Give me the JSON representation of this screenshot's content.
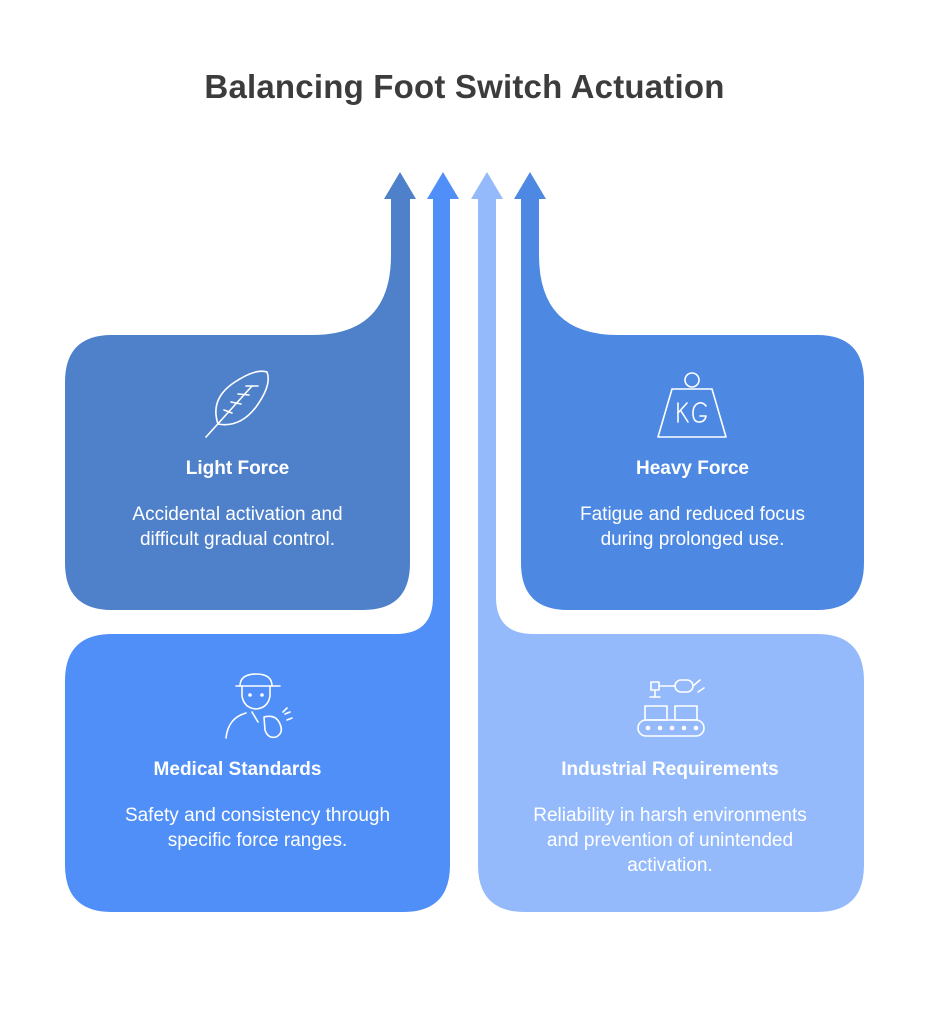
{
  "title": "Balancing Foot Switch Actuation",
  "colors": {
    "light_force": "#4f81cb",
    "heavy_force": "#4d88e3",
    "medical": "#4f8ff7",
    "industrial": "#94bafb"
  },
  "cards": {
    "light_force": {
      "icon": "feather-icon",
      "title": "Light Force",
      "description": "Accidental activation and difficult gradual control."
    },
    "heavy_force": {
      "icon": "kg-weight-icon",
      "title": "Heavy Force",
      "description": "Fatigue and reduced focus during prolonged use."
    },
    "medical": {
      "icon": "worker-icon",
      "title": "Medical Standards",
      "description": "Safety and consistency through specific force ranges."
    },
    "industrial": {
      "icon": "conveyor-robot-icon",
      "title": "Industrial Requirements",
      "description": "Reliability in harsh environments and prevention of unintended activation."
    }
  }
}
